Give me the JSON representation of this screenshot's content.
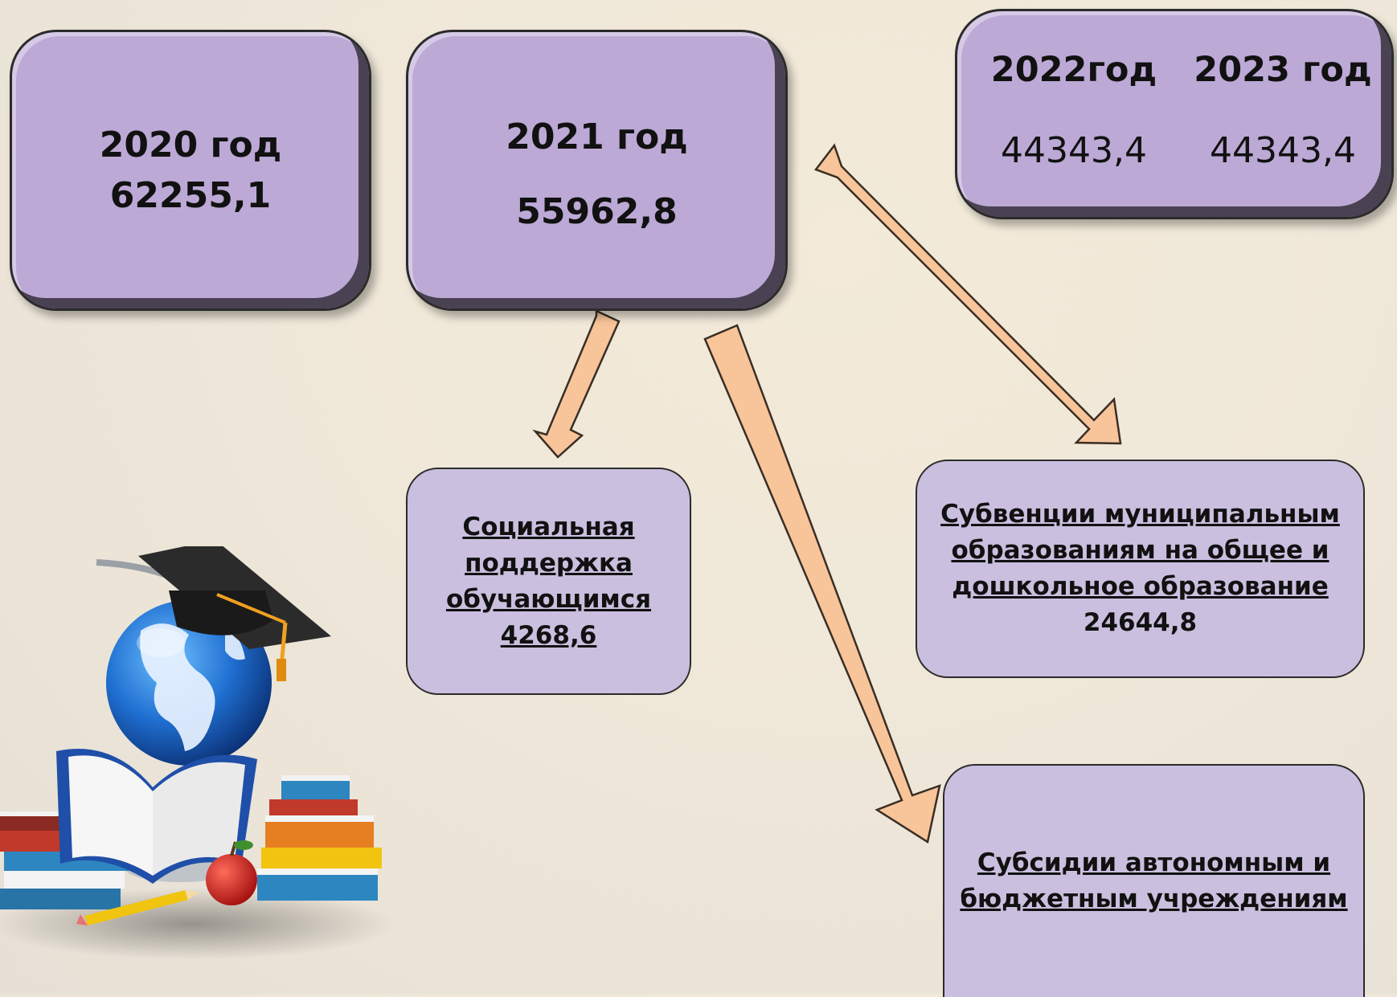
{
  "years": {
    "y2020": {
      "label": "2020 год",
      "value": "62255,1"
    },
    "y2021": {
      "label": "2021 год",
      "value": "55962,8"
    },
    "y2022": {
      "label": "2022год",
      "value": "44343,4"
    },
    "y2023": {
      "label": "2023 год",
      "value": "44343,4"
    }
  },
  "items": {
    "social": {
      "line1": "Социальная",
      "line2": "поддержка",
      "line3": "обучающимся",
      "value": "4268,6"
    },
    "subventions": {
      "line1": "Субвенции муниципальным",
      "line2": "образованиям на общее и",
      "line3": "дошкольное образование",
      "value": "24644,8"
    },
    "subsidies": {
      "line1": "Субсидии автономным и",
      "line2": "бюджетным учреждениям"
    }
  },
  "colors": {
    "box_fill": "#bca9d6",
    "box_small_fill": "#cbbfdf",
    "arrow_fill": "#f8c49a",
    "background": "#efe7d8"
  },
  "decoration": "education-illustration (globe, graduation cap, books, apple, pencil)"
}
